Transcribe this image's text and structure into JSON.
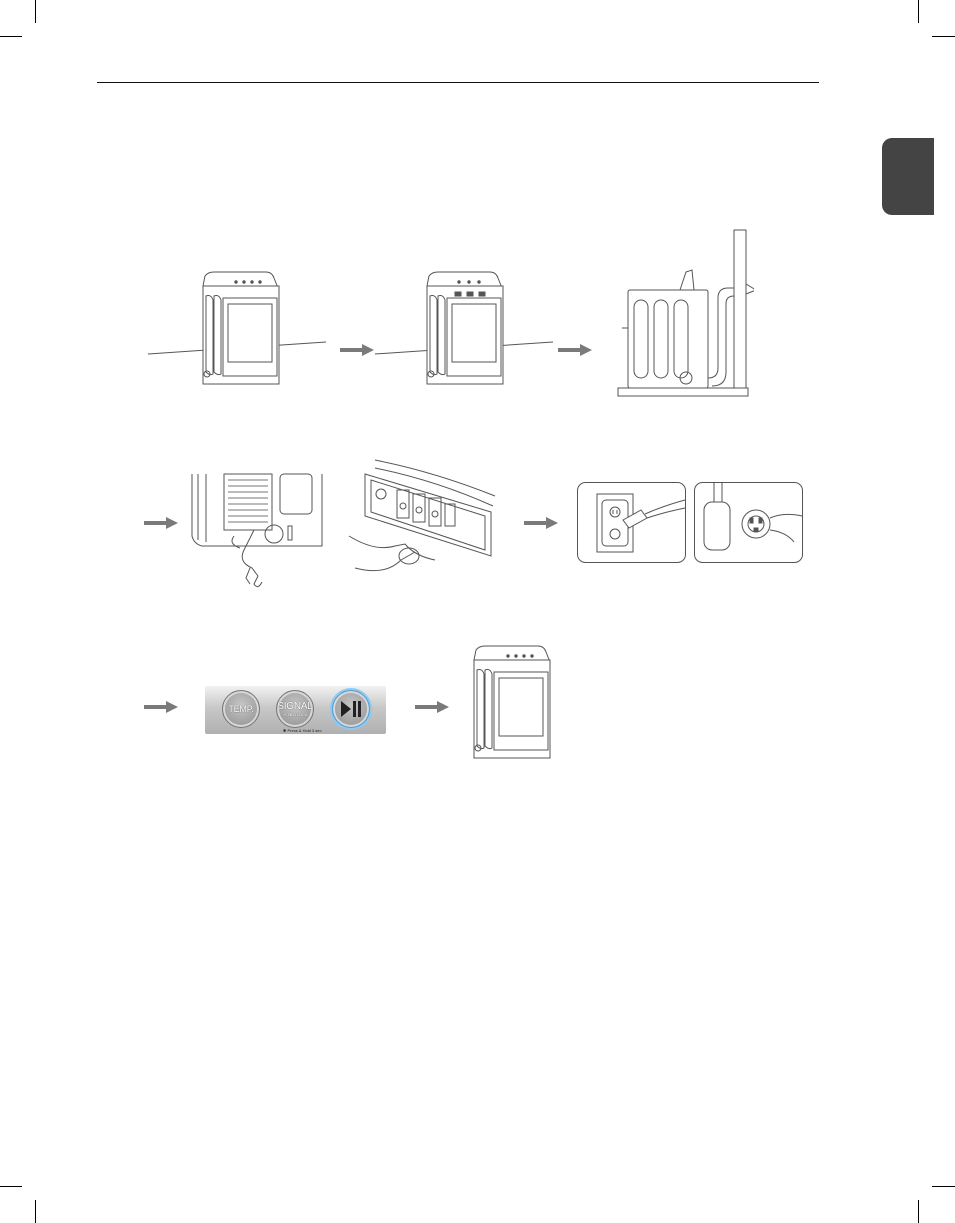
{
  "colors": {
    "line": "#555555",
    "arrow": "#7a7a7a",
    "tab": "#444444",
    "accent": "#4a9fd8"
  },
  "control_panel": {
    "temp_label": "TEMP.",
    "signal_label": "SIGNAL",
    "signal_sub_label": "+CHILD LOCK",
    "start_icon": "play-pause-icon",
    "note": "✱ Press & Hold 3 sec."
  }
}
